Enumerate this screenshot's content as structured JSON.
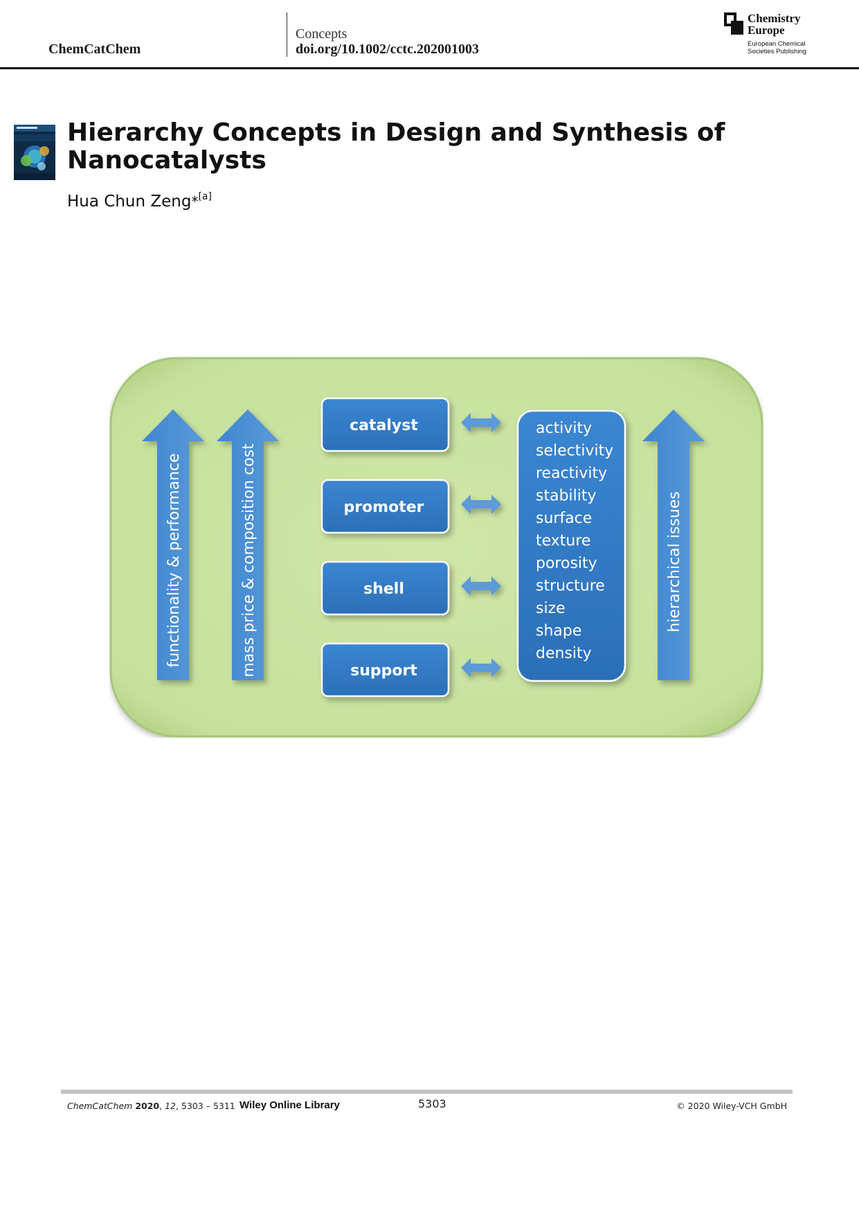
{
  "header": {
    "journal": "ChemCatChem",
    "article_type": "Concepts",
    "doi": "doi.org/10.1002/cctc.202001003",
    "publisher_logo": {
      "name_line1": "Chemistry",
      "name_line2": "Europe",
      "sub_line1": "European Chemical",
      "sub_line2": "Societies Publishing"
    }
  },
  "article": {
    "title": "Hierarchy Concepts in Design and Synthesis of Nanocatalysts",
    "author": {
      "name": "Hua Chun Zeng",
      "marker": "*",
      "affiliation": "[a]"
    }
  },
  "figure": {
    "left_arrows": [
      "functionality & performance",
      "mass price & composition cost"
    ],
    "components": [
      "catalyst",
      "promoter",
      "shell",
      "support"
    ],
    "properties": [
      "activity",
      "selectivity",
      "reactivity",
      "stability",
      "surface",
      "texture",
      "porosity",
      "structure",
      "size",
      "shape",
      "density"
    ],
    "right_arrow": "hierarchical issues",
    "colors": {
      "panel": "#cce4a4",
      "panel_edge": "#a9c97c",
      "box": "#2f78c4",
      "arrow": "#4a8ed3"
    }
  },
  "footer": {
    "journal_italic": "ChemCatChem",
    "year": "2020",
    "volume": "12",
    "pages": "5303 – 5311",
    "library": "Wiley Online Library",
    "page_number": "5303",
    "copyright": "© 2020 Wiley-VCH GmbH"
  }
}
